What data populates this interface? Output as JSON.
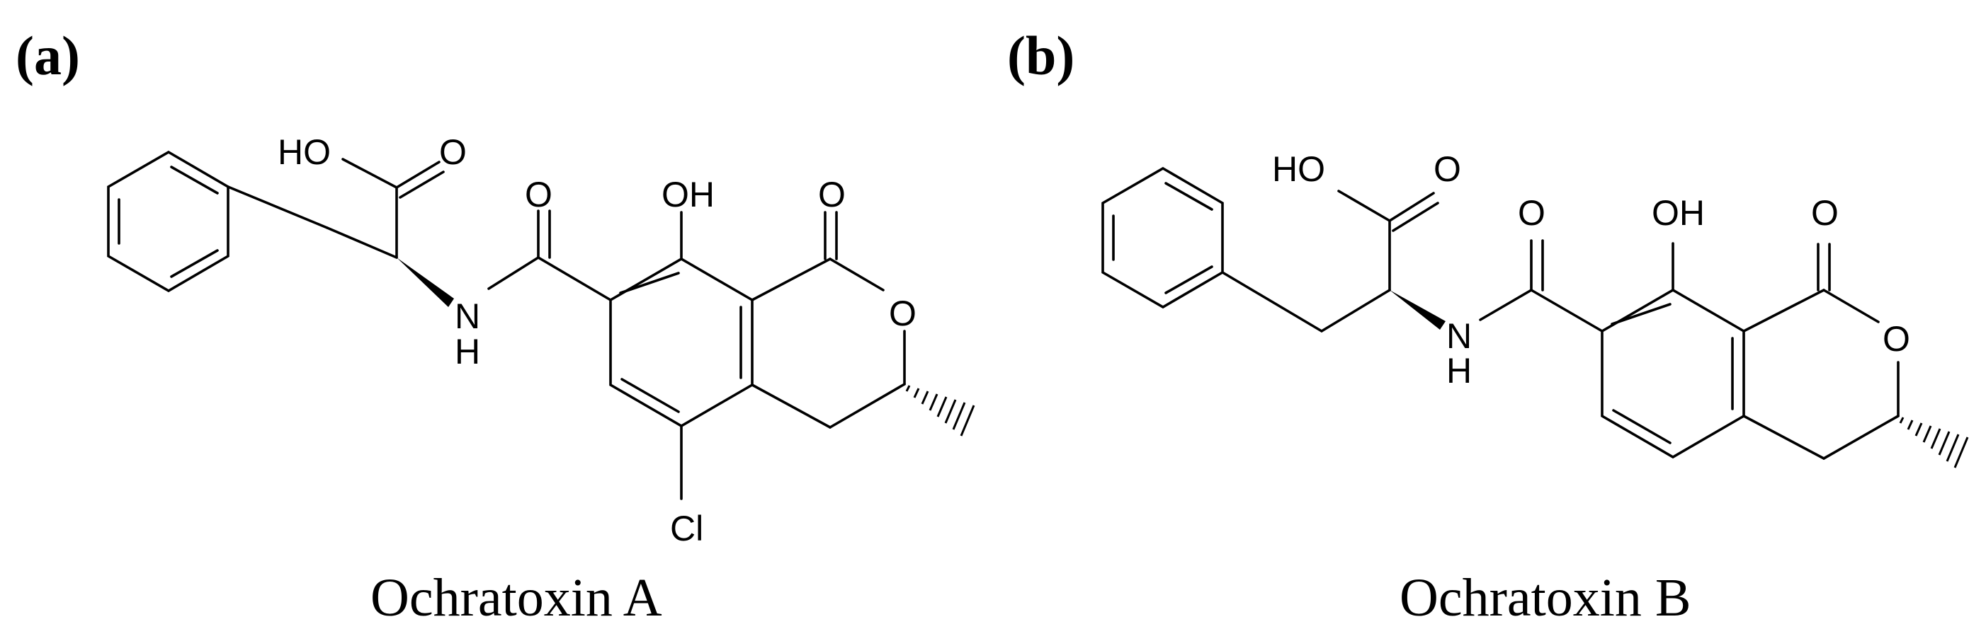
{
  "panels": [
    {
      "label": "(a)",
      "caption": "Ochratoxin A",
      "atoms": {
        "acid_oh": "HO",
        "acid_o": "O",
        "amide_o": "O",
        "phenol_oh": "OH",
        "lactone_carbonyl_o": "O",
        "ring_o": "O",
        "nitrogen": "N",
        "nitrogen_h": "H",
        "chlorine": "Cl"
      }
    },
    {
      "label": "(b)",
      "caption": "Ochratoxin B",
      "atoms": {
        "acid_oh": "HO",
        "acid_o": "O",
        "amide_o": "O",
        "phenol_oh": "OH",
        "lactone_carbonyl_o": "O",
        "ring_o": "O",
        "nitrogen": "N",
        "nitrogen_h": "H"
      }
    }
  ]
}
